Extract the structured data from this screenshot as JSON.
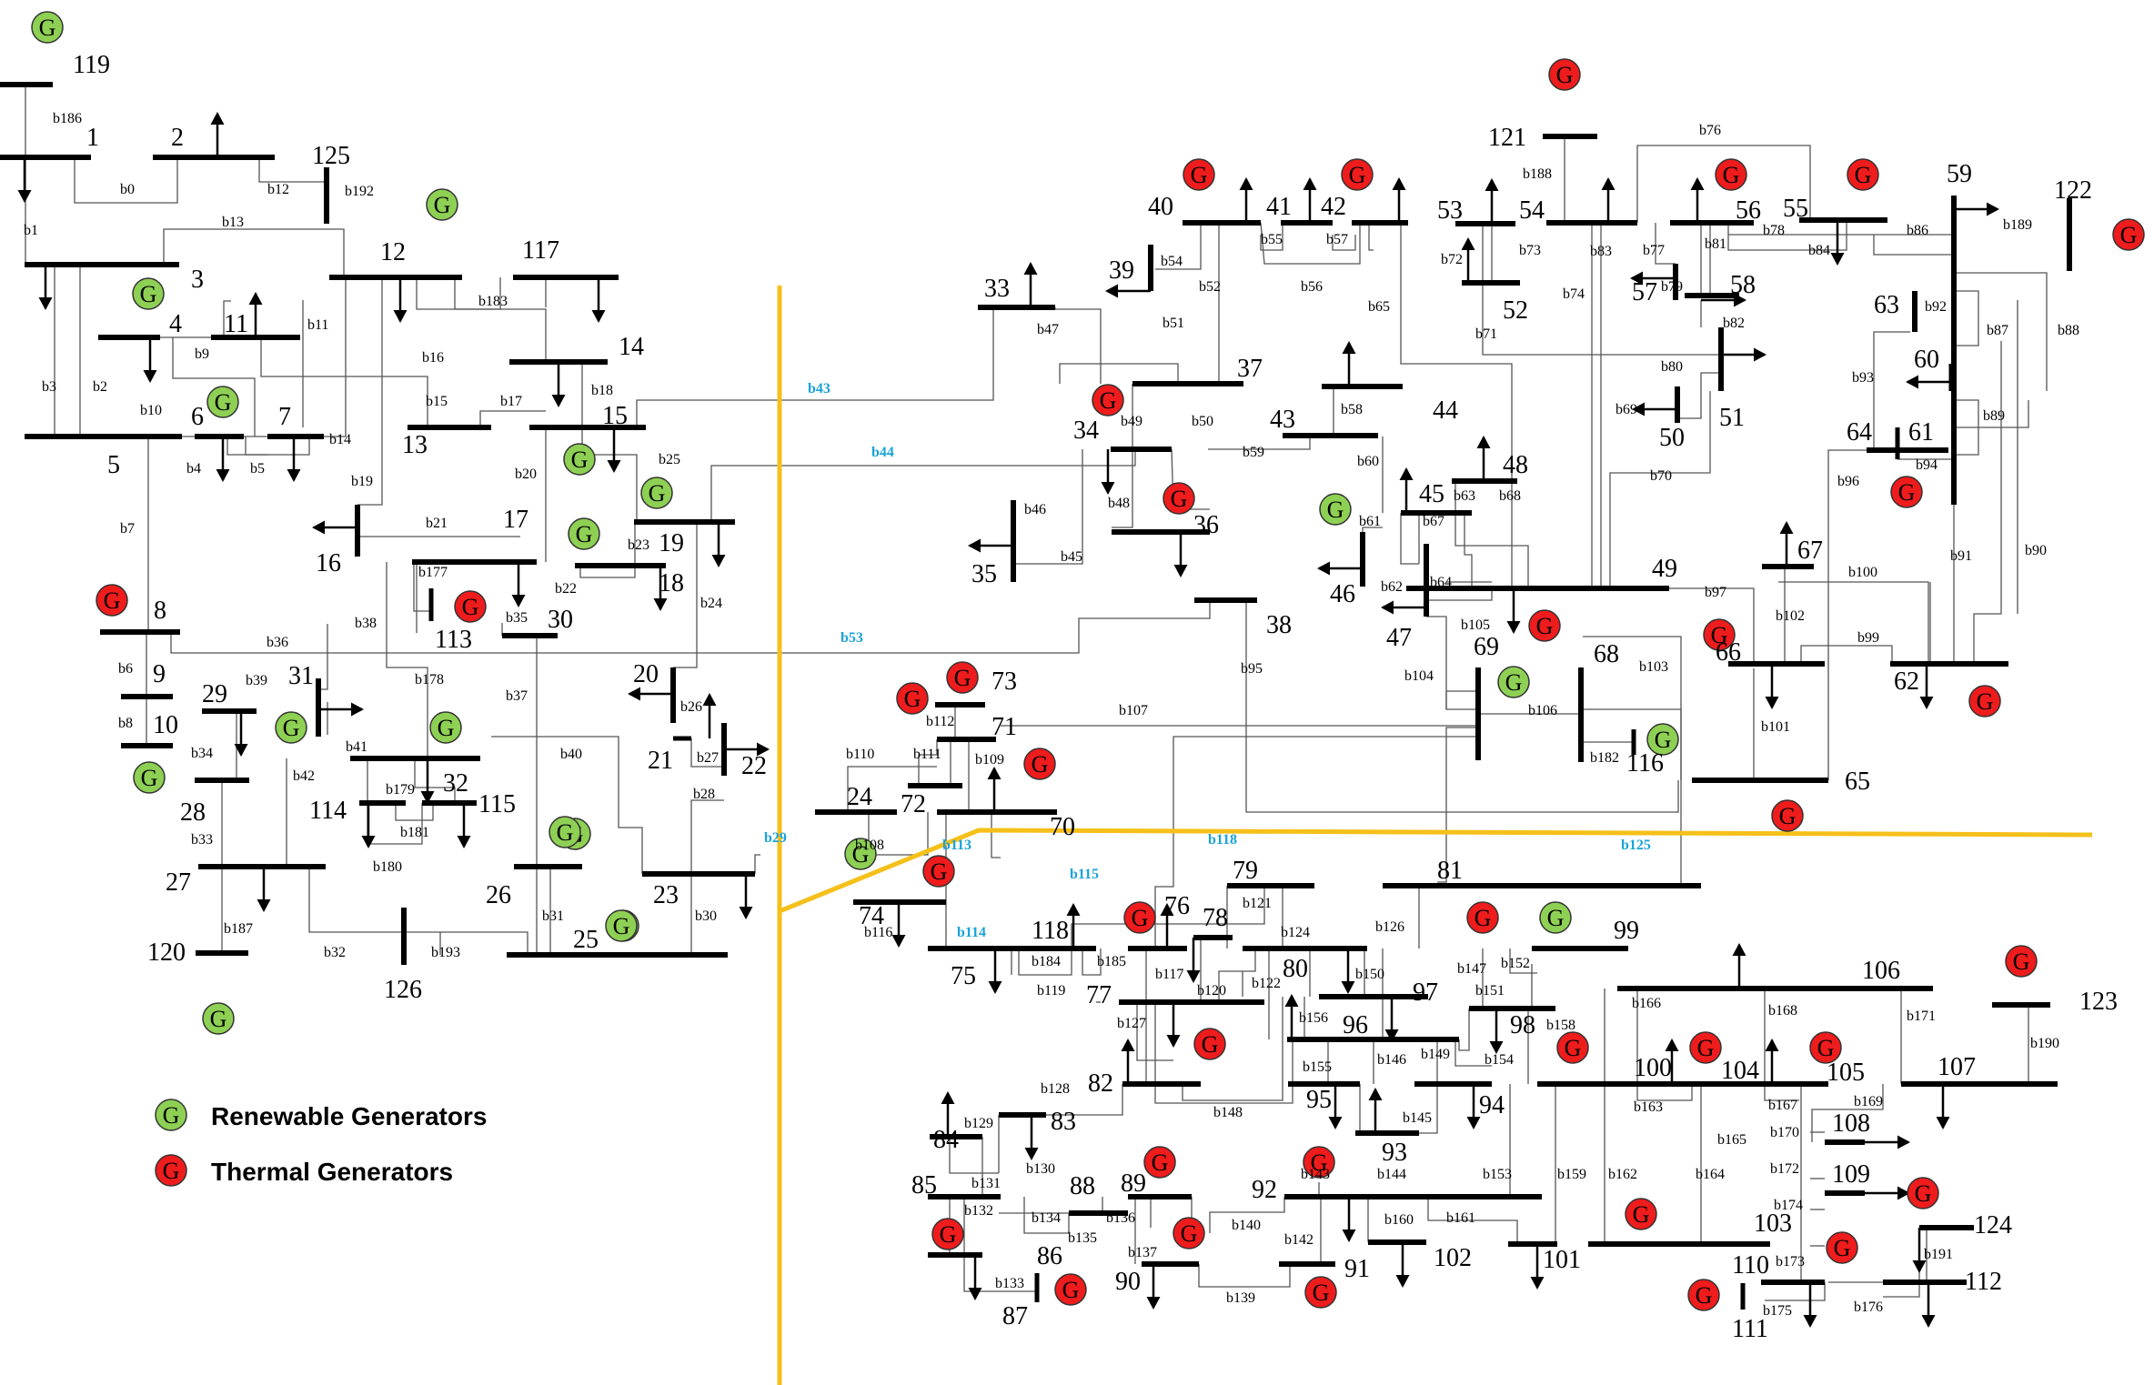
{
  "legend": {
    "renewable": "Renewable Generators",
    "thermal": "Thermal Generators",
    "gen_symbol": "G"
  },
  "colors": {
    "renewable": "#8ed054",
    "thermal": "#ee1c1c",
    "divider": "#f5c01a",
    "area_link": "#1aa3d9"
  },
  "buses": {
    "n1": "1",
    "n2": "2",
    "n3": "3",
    "n4": "4",
    "n5": "5",
    "n6": "6",
    "n7": "7",
    "n8": "8",
    "n9": "9",
    "n10": "10",
    "n11": "11",
    "n12": "12",
    "n13": "13",
    "n14": "14",
    "n15": "15",
    "n16": "16",
    "n17": "17",
    "n18": "18",
    "n19": "19",
    "n20": "20",
    "n21": "21",
    "n22": "22",
    "n23": "23",
    "n24": "24",
    "n25": "25",
    "n26": "26",
    "n27": "27",
    "n28": "28",
    "n29": "29",
    "n30": "30",
    "n31": "31",
    "n32": "32",
    "n33": "33",
    "n34": "34",
    "n35": "35",
    "n36": "36",
    "n37": "37",
    "n38": "38",
    "n39": "39",
    "n40": "40",
    "n41": "41",
    "n42": "42",
    "n43": "43",
    "n44": "44",
    "n45": "45",
    "n46": "46",
    "n47": "47",
    "n48": "48",
    "n49": "49",
    "n50": "50",
    "n51": "51",
    "n52": "52",
    "n53": "53",
    "n54": "54",
    "n55": "55",
    "n56": "56",
    "n57": "57",
    "n58": "58",
    "n59": "59",
    "n60": "60",
    "n61": "61",
    "n62": "62",
    "n63": "63",
    "n64": "64",
    "n65": "65",
    "n66": "66",
    "n67": "67",
    "n68": "68",
    "n69": "69",
    "n70": "70",
    "n71": "71",
    "n72": "72",
    "n73": "73",
    "n74": "74",
    "n75": "75",
    "n76": "76",
    "n77": "77",
    "n78": "78",
    "n79": "79",
    "n80": "80",
    "n81": "81",
    "n82": "82",
    "n83": "83",
    "n84": "84",
    "n85": "85",
    "n86": "86",
    "n87": "87",
    "n88": "88",
    "n89": "89",
    "n90": "90",
    "n91": "91",
    "n92": "92",
    "n93": "93",
    "n94": "94",
    "n95": "95",
    "n96": "96",
    "n97": "97",
    "n98": "98",
    "n99": "99",
    "n100": "100",
    "n101": "101",
    "n102": "102",
    "n103": "103",
    "n104": "104",
    "n105": "105",
    "n106": "106",
    "n107": "107",
    "n108": "108",
    "n109": "109",
    "n110": "110",
    "n111": "111",
    "n112": "112",
    "n113": "113",
    "n114": "114",
    "n115": "115",
    "n116": "116",
    "n117": "117",
    "n118": "118",
    "n119": "119",
    "n120": "120",
    "n121": "121",
    "n122": "122",
    "n123": "123",
    "n124": "124",
    "n125": "125",
    "n126": "126"
  },
  "branches": {
    "b0": "b0",
    "b1": "b1",
    "b2": "b2",
    "b3": "b3",
    "b4": "b4",
    "b5": "b5",
    "b6": "b6",
    "b7": "b7",
    "b8": "b8",
    "b9": "b9",
    "b10": "b10",
    "b11": "b11",
    "b12": "b12",
    "b13": "b13",
    "b14": "b14",
    "b15": "b15",
    "b16": "b16",
    "b17": "b17",
    "b18": "b18",
    "b19": "b19",
    "b20": "b20",
    "b21": "b21",
    "b22": "b22",
    "b23": "b23",
    "b24": "b24",
    "b25": "b25",
    "b26": "b26",
    "b27": "b27",
    "b28": "b28",
    "b29": "b29",
    "b30": "b30",
    "b31": "b31",
    "b32": "b32",
    "b33": "b33",
    "b34": "b34",
    "b35": "b35",
    "b36": "b36",
    "b37": "b37",
    "b38": "b38",
    "b39": "b39",
    "b40": "b40",
    "b41": "b41",
    "b42": "b42",
    "b43": "b43",
    "b44": "b44",
    "b45": "b45",
    "b46": "b46",
    "b47": "b47",
    "b48": "b48",
    "b49": "b49",
    "b50": "b50",
    "b51": "b51",
    "b52": "b52",
    "b53": "b53",
    "b54": "b54",
    "b55": "b55",
    "b56": "b56",
    "b57": "b57",
    "b58": "b58",
    "b59": "b59",
    "b60": "b60",
    "b61": "b61",
    "b62": "b62",
    "b63": "b63",
    "b64": "b64",
    "b65": "b65",
    "b67": "b67",
    "b68": "b68",
    "b69": "b69",
    "b70": "b70",
    "b71": "b71",
    "b72": "b72",
    "b73": "b73",
    "b74": "b74",
    "b76": "b76",
    "b77": "b77",
    "b78": "b78",
    "b79": "b79",
    "b80": "b80",
    "b81": "b81",
    "b82": "b82",
    "b83": "b83",
    "b84": "b84",
    "b86": "b86",
    "b87": "b87",
    "b88": "b88",
    "b89": "b89",
    "b90": "b90",
    "b91": "b91",
    "b92": "b92",
    "b93": "b93",
    "b94": "b94",
    "b95": "b95",
    "b96": "b96",
    "b97": "b97",
    "b99": "b99",
    "b100": "b100",
    "b101": "b101",
    "b102": "b102",
    "b103": "b103",
    "b104": "b104",
    "b105": "b105",
    "b106": "b106",
    "b107": "b107",
    "b108": "b108",
    "b109": "b109",
    "b110": "b110",
    "b111": "b111",
    "b112": "b112",
    "b113": "b113",
    "b114": "b114",
    "b115": "b115",
    "b116": "b116",
    "b117": "b117",
    "b118": "b118",
    "b119": "b119",
    "b120": "b120",
    "b121": "b121",
    "b122": "b122",
    "b124": "b124",
    "b125": "b125",
    "b126": "b126",
    "b127": "b127",
    "b128": "b128",
    "b129": "b129",
    "b130": "b130",
    "b131": "b131",
    "b132": "b132",
    "b133": "b133",
    "b134": "b134",
    "b135": "b135",
    "b136": "b136",
    "b137": "b137",
    "b139": "b139",
    "b140": "b140",
    "b142": "b142",
    "b143": "b143",
    "b144": "b144",
    "b145": "b145",
    "b146": "b146",
    "b147": "b147",
    "b148": "b148",
    "b149": "b149",
    "b150": "b150",
    "b151": "b151",
    "b152": "b152",
    "b153": "b153",
    "b154": "b154",
    "b155": "b155",
    "b156": "b156",
    "b158": "b158",
    "b159": "b159",
    "b160": "b160",
    "b161": "b161",
    "b162": "b162",
    "b163": "b163",
    "b164": "b164",
    "b165": "b165",
    "b166": "b166",
    "b167": "b167",
    "b168": "b168",
    "b169": "b169",
    "b170": "b170",
    "b171": "b171",
    "b172": "b172",
    "b173": "b173",
    "b174": "b174",
    "b175": "b175",
    "b176": "b176",
    "b177": "b177",
    "b178": "b178",
    "b179": "b179",
    "b180": "b180",
    "b181": "b181",
    "b182": "b182",
    "b183": "b183",
    "b184": "b184",
    "b185": "b185",
    "b186": "b186",
    "b187": "b187",
    "b188": "b188",
    "b189": "b189",
    "b190": "b190",
    "b191": "b191",
    "b192": "b192",
    "b193": "b193"
  }
}
